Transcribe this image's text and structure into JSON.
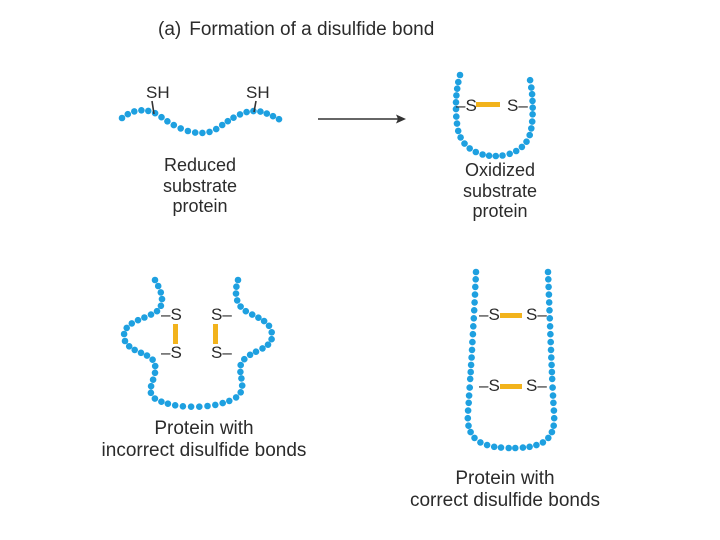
{
  "title": {
    "tag": "(a)",
    "text": "Formation of a disulfide bond"
  },
  "colors": {
    "chain": "#1ea0e0",
    "bond": "#f2b31c",
    "line": "#333333",
    "text": "#2b2b2b"
  },
  "reduced": {
    "sh_left": "SH",
    "sh_right": "SH",
    "caption": [
      "Reduced",
      "substrate",
      "protein"
    ]
  },
  "oxidized": {
    "s_left": "–S",
    "s_right": "S–",
    "caption": [
      "Oxidized",
      "substrate",
      "protein"
    ]
  },
  "incorrect": {
    "top_left": "–S",
    "top_right": "S–",
    "bottom_left": "–S",
    "bottom_right": "S–",
    "caption": [
      "Protein with",
      "incorrect disulfide bonds"
    ]
  },
  "correct": {
    "upper_left": "–S",
    "upper_right": "S–",
    "lower_left": "–S",
    "lower_right": "S–",
    "caption": [
      "Protein with",
      "correct disulfide bonds"
    ]
  }
}
